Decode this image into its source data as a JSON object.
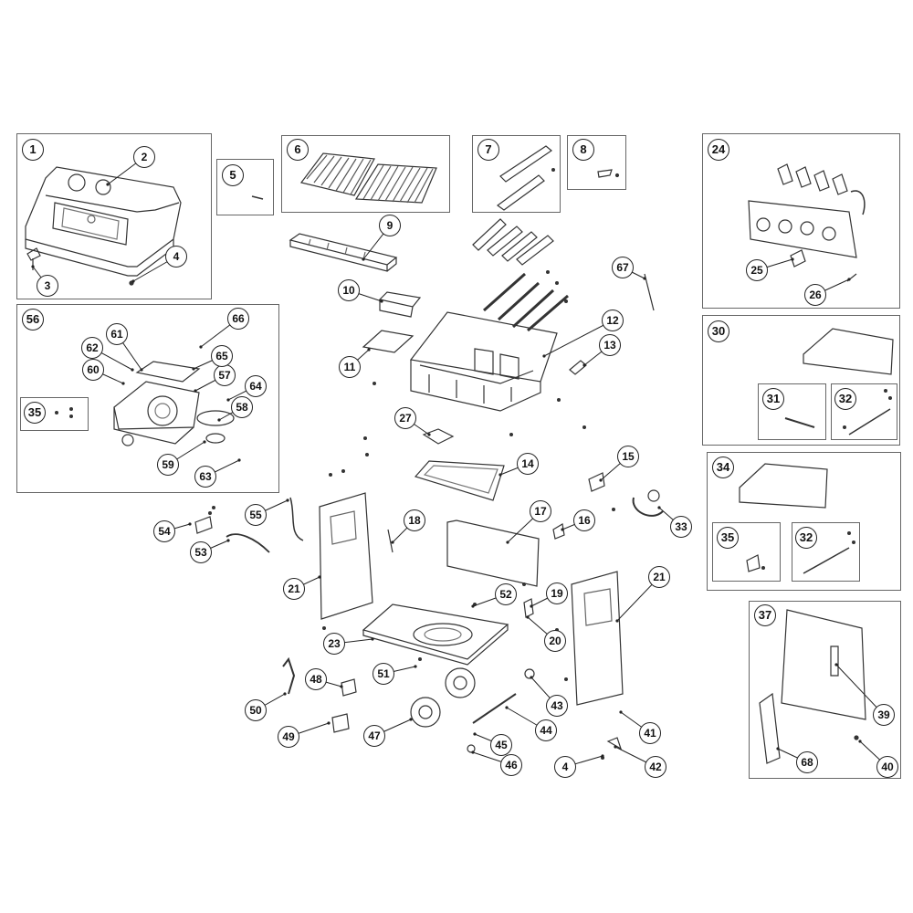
{
  "groups": {
    "g1": "1",
    "g5": "5",
    "g6": "6",
    "g7": "7",
    "g8": "8",
    "g24": "24",
    "g56": "56",
    "g35a": "35",
    "g30": "30",
    "g31": "31",
    "g32a": "32",
    "g34": "34",
    "g35b": "35",
    "g32b": "32",
    "g37": "37"
  },
  "callouts": [
    "2",
    "3",
    "4",
    "9",
    "10",
    "11",
    "12",
    "13",
    "14",
    "15",
    "16",
    "17",
    "18",
    "19",
    "20",
    "21",
    "21",
    "23",
    "25",
    "26",
    "27",
    "33",
    "39",
    "40",
    "41",
    "42",
    "43",
    "44",
    "45",
    "46",
    "47",
    "48",
    "49",
    "50",
    "51",
    "52",
    "53",
    "54",
    "55",
    "57",
    "58",
    "59",
    "60",
    "61",
    "62",
    "63",
    "64",
    "65",
    "66",
    "67",
    "68",
    "4"
  ]
}
